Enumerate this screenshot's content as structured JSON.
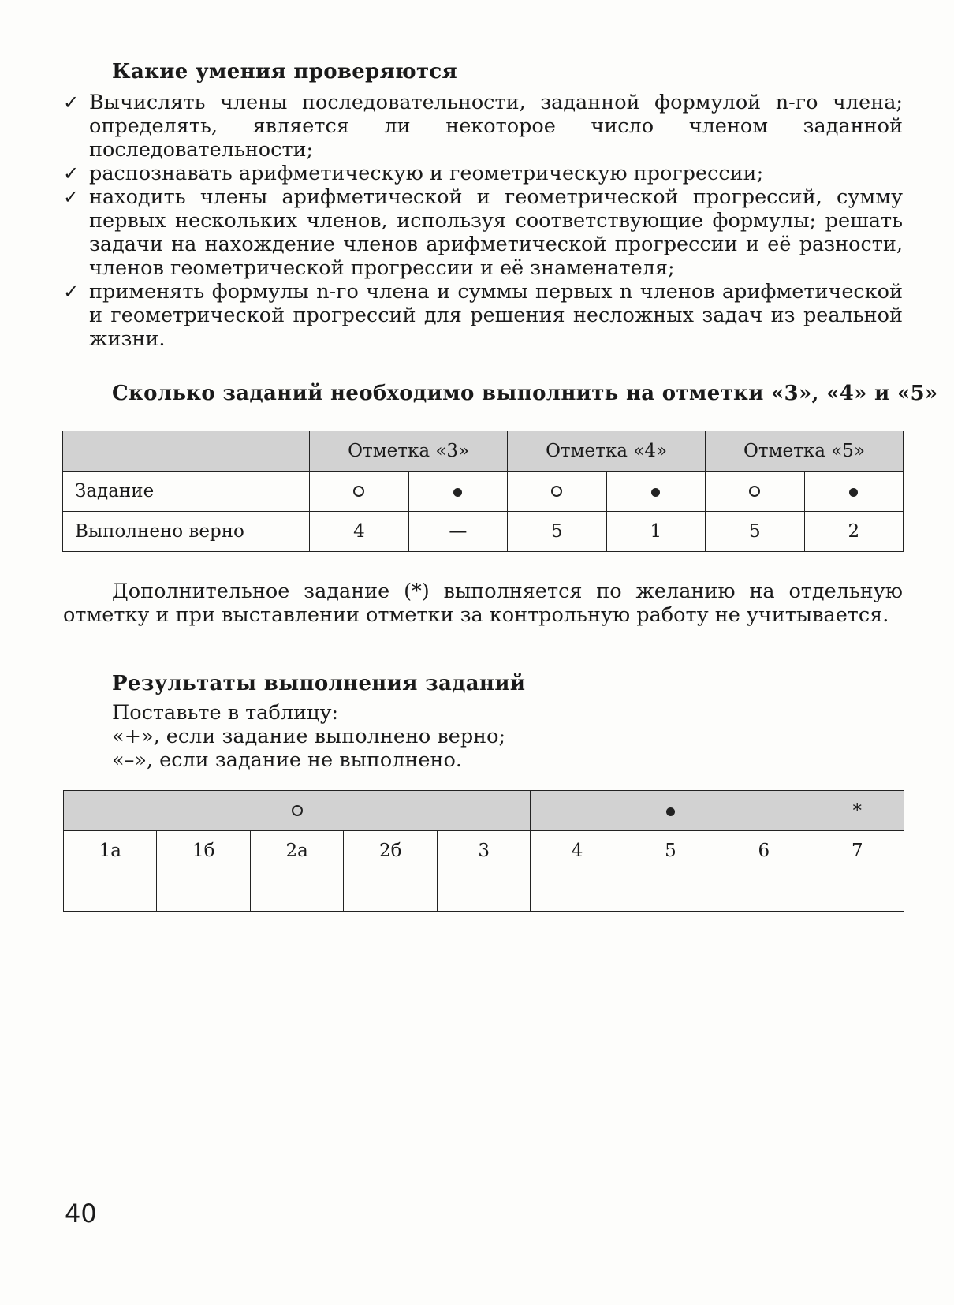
{
  "skills": {
    "heading": "Какие умения проверяются",
    "items": [
      "Вычислять члены последовательности, заданной формулой n-го члена; определять, является ли некоторое число членом заданной последовательности;",
      "распознавать арифметическую и геометрическую прогрессии;",
      "находить члены арифметической и геометрической прогрессий, сумму первых нескольких членов, используя соответствующие формулы; решать задачи на нахождение членов арифметической прогрессии и её разности, членов геометрической прогрессии и её знаменателя;",
      "применять формулы n-го члена и суммы первых n членов арифметической и геометрической прогрессий для решения несложных задач из реальной жизни."
    ]
  },
  "grading": {
    "heading": "Сколько заданий необходимо выполнить на отметки «3», «4» и «5»",
    "headers": [
      "Отметка «3»",
      "Отметка «4»",
      "Отметка «5»"
    ],
    "row_task_label": "Задание",
    "row_done_label": "Выполнено верно",
    "done_values": [
      "4",
      "—",
      "5",
      "1",
      "5",
      "2"
    ]
  },
  "note": "Дополнительное задание (*) выполняется по желанию на отдельную отметку и при выставлении отметки за контрольную работу не учитывается.",
  "results": {
    "heading": "Результаты выполнения заданий",
    "instructions": [
      "Поставьте в таблицу:",
      "«+», если задание выполнено верно;",
      "«–», если задание не выполнено."
    ],
    "star": "*",
    "tasks": [
      "1а",
      "1б",
      "2а",
      "2б",
      "3",
      "4",
      "5",
      "6",
      "7"
    ]
  },
  "page_number": "40"
}
